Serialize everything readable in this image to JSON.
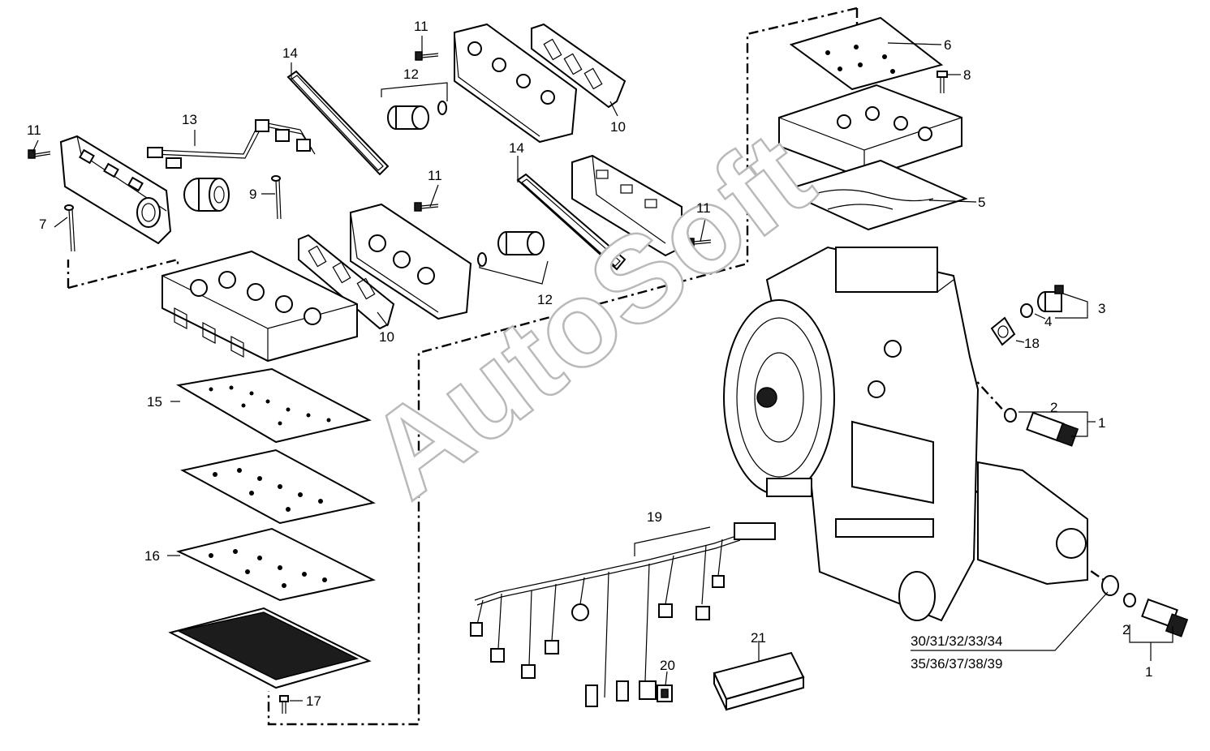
{
  "watermark": "AutoSoft",
  "callouts": {
    "c1a": "1",
    "c1b": "1",
    "c2a": "2",
    "c2b": "2",
    "c3": "3",
    "c4": "4",
    "c5": "5",
    "c6": "6",
    "c7": "7",
    "c8": "8",
    "c9": "9",
    "c10a": "10",
    "c10b": "10",
    "c11a": "11",
    "c11b": "11",
    "c11c": "11",
    "c11d": "11",
    "c12a": "12",
    "c12b": "12",
    "c13": "13",
    "c14a": "14",
    "c14b": "14",
    "c15": "15",
    "c16": "16",
    "c17": "17",
    "c18": "18",
    "c19": "19",
    "c20": "20",
    "c21": "21",
    "c30": "30/31/32/33/34",
    "c35": "35/36/37/38/39"
  }
}
